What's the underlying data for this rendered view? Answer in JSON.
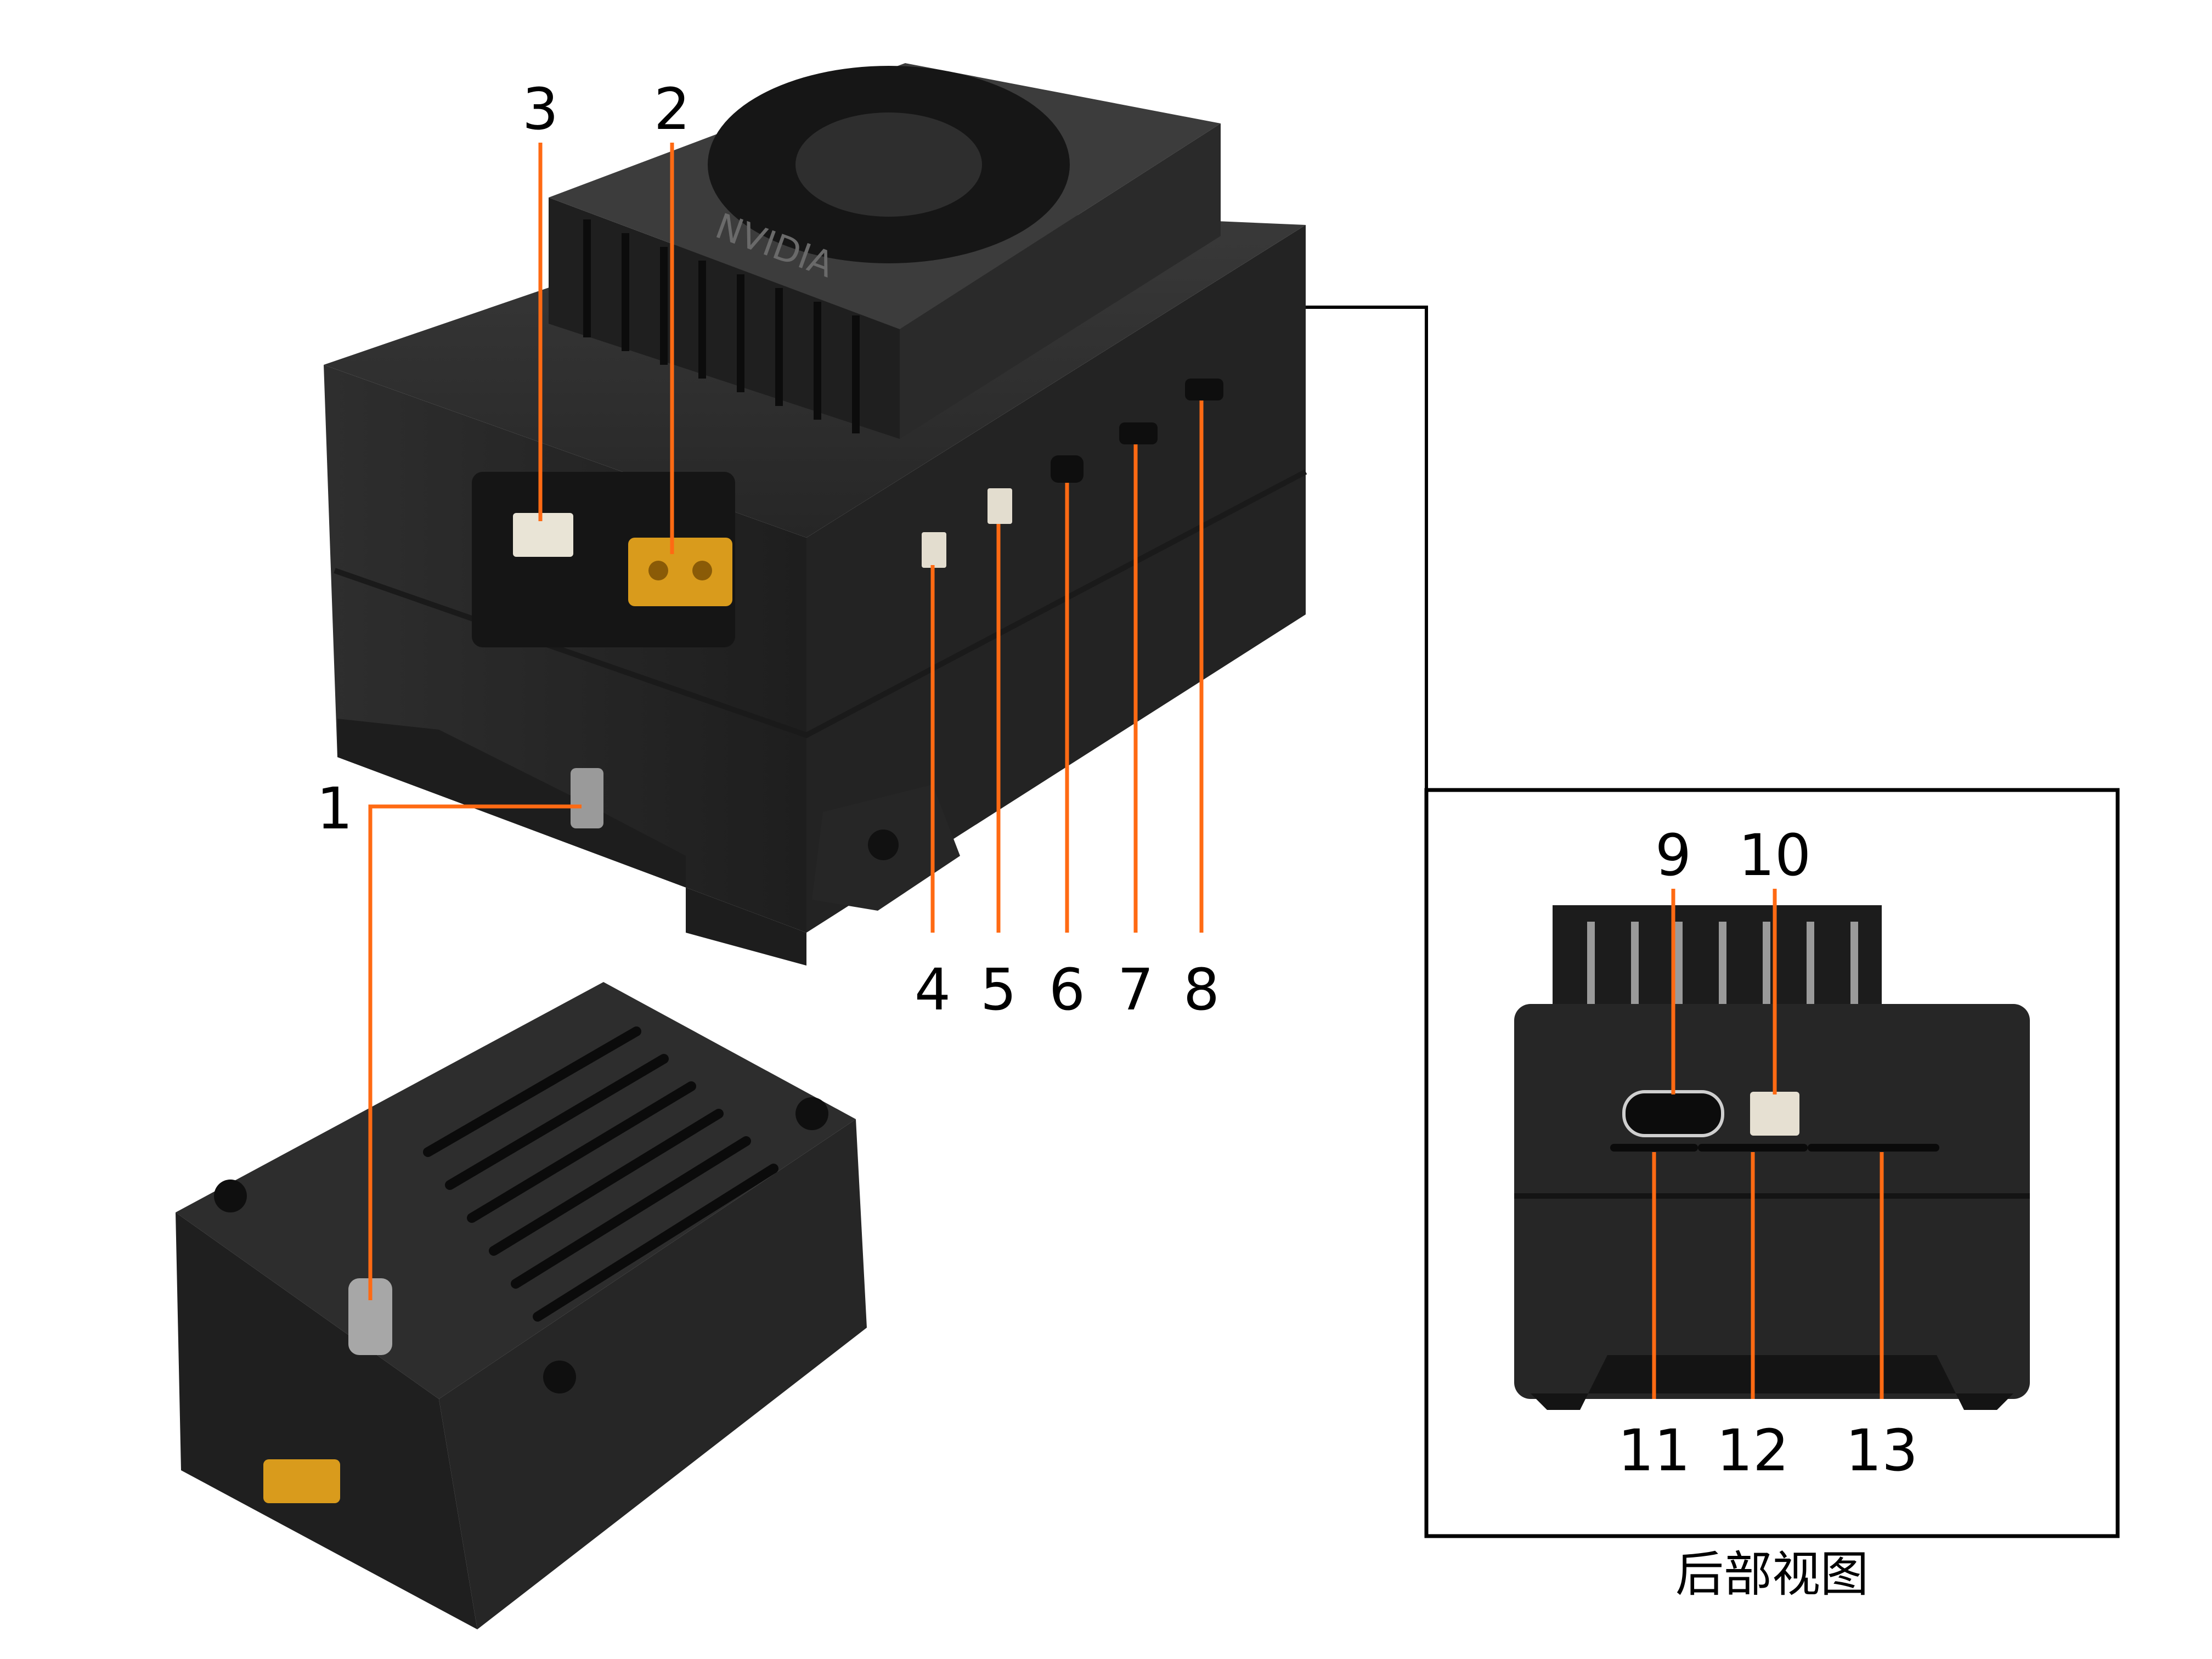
{
  "diagram": {
    "callouts": [
      {
        "id": "1",
        "label": "1"
      },
      {
        "id": "2",
        "label": "2"
      },
      {
        "id": "3",
        "label": "3"
      },
      {
        "id": "4",
        "label": "4"
      },
      {
        "id": "5",
        "label": "5"
      },
      {
        "id": "6",
        "label": "6"
      },
      {
        "id": "7",
        "label": "7"
      },
      {
        "id": "8",
        "label": "8"
      },
      {
        "id": "9",
        "label": "9"
      },
      {
        "id": "10",
        "label": "10"
      },
      {
        "id": "11",
        "label": "11"
      },
      {
        "id": "12",
        "label": "12"
      },
      {
        "id": "13",
        "label": "13"
      }
    ],
    "inset_caption": "后部视图",
    "brand_logo_text": "NVIDIA",
    "colors": {
      "leader_line": "#ff6a13",
      "device_body": "#2b2b2b",
      "connector_gold": "#d99b1c",
      "inset_frame": "#000000"
    }
  }
}
